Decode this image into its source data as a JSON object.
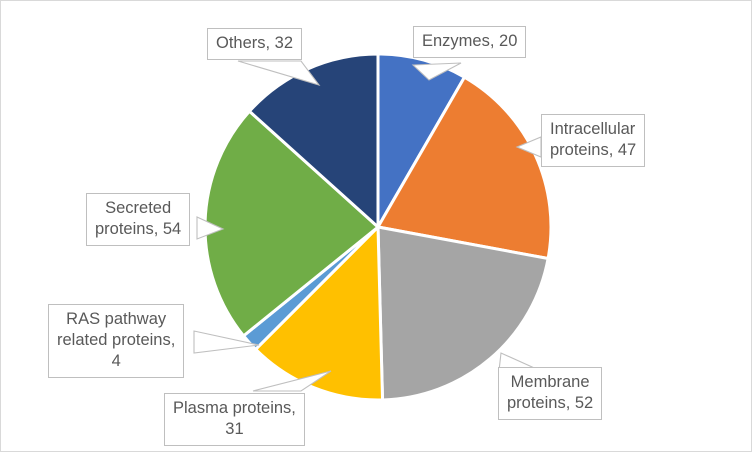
{
  "chart_data": {
    "type": "pie",
    "title": "",
    "legend": "none",
    "labels_show": "category-name-and-value",
    "total": 240,
    "categories": [
      "Enzymes",
      "Intracellular proteins",
      "Membrane proteins",
      "Plasma proteins",
      "RAS pathway related proteins",
      "Secreted proteins",
      "Others"
    ],
    "values": [
      20,
      47,
      52,
      31,
      4,
      54,
      32
    ],
    "colors": [
      "#4472C4",
      "#ED7D31",
      "#A5A5A5",
      "#FFC000",
      "#5B9BD5",
      "#70AD47",
      "#264478"
    ],
    "start_angle_deg": 0,
    "direction": "clockwise",
    "slice_gap": "white separator lines",
    "data_labels": [
      "Enzymes, 20",
      "Intracellular\nproteins, 47",
      "Membrane\nproteins, 52",
      "Plasma proteins,\n31",
      "RAS pathway\nrelated proteins,\n4",
      "Secreted\nproteins, 54",
      "Others, 32"
    ]
  },
  "plot": {
    "background": "#FFFFFF",
    "border_color": "#D9D9D9",
    "label_text_color": "#595959",
    "label_border_color": "#BFBFBF",
    "leader_line_color": "#BFBFBF"
  }
}
